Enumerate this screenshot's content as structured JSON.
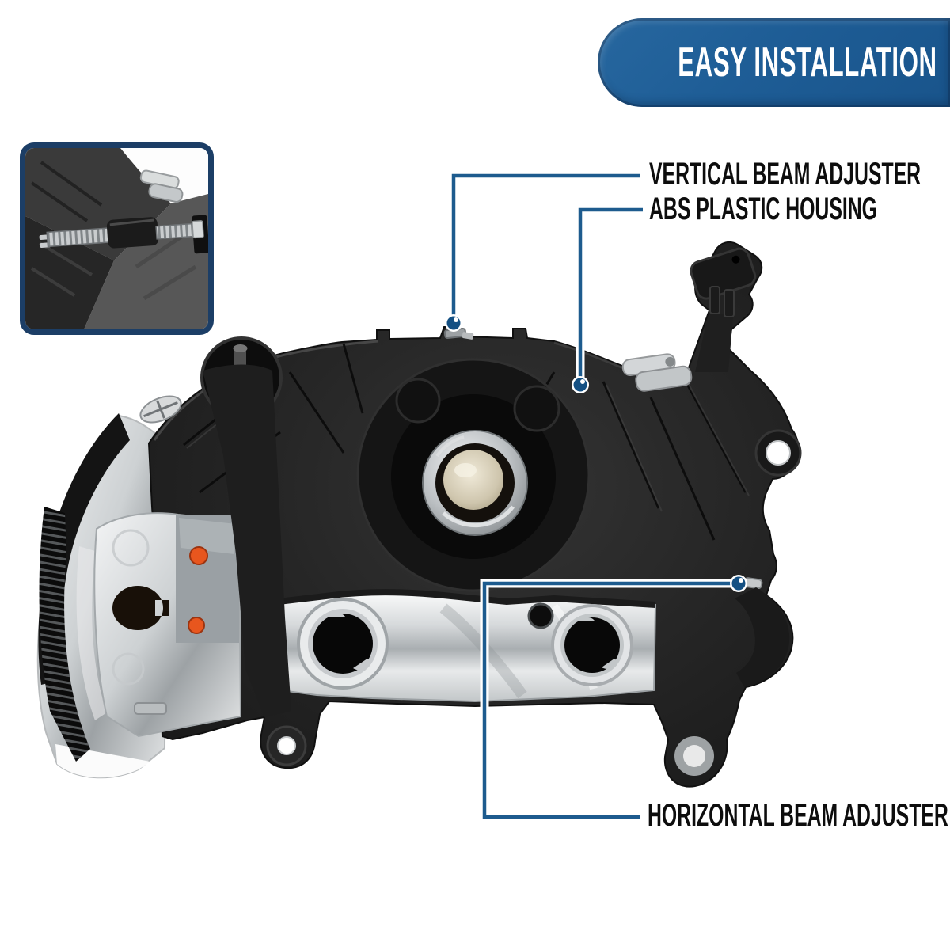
{
  "banner": {
    "label": "EASY INSTALLATION",
    "bg_color": "#1e5d96",
    "text_color": "#ffffff"
  },
  "callouts": {
    "vertical": {
      "label": "VERTICAL BEAM ADJUSTER"
    },
    "abs": {
      "label": "ABS PLASTIC HOUSING"
    },
    "horizontal": {
      "label": "HORIZONTAL BEAM ADJUSTER"
    }
  },
  "colors": {
    "callout_line": "#1d5b8e",
    "callout_dot": "#145083",
    "label_text": "#0d0d0d",
    "inset_border": "#1c3e66",
    "background": "#ffffff"
  },
  "images": {
    "main_photo": "headlight-housing-rear-view",
    "inset_photo": "beam-adjuster-screw-closeup"
  }
}
